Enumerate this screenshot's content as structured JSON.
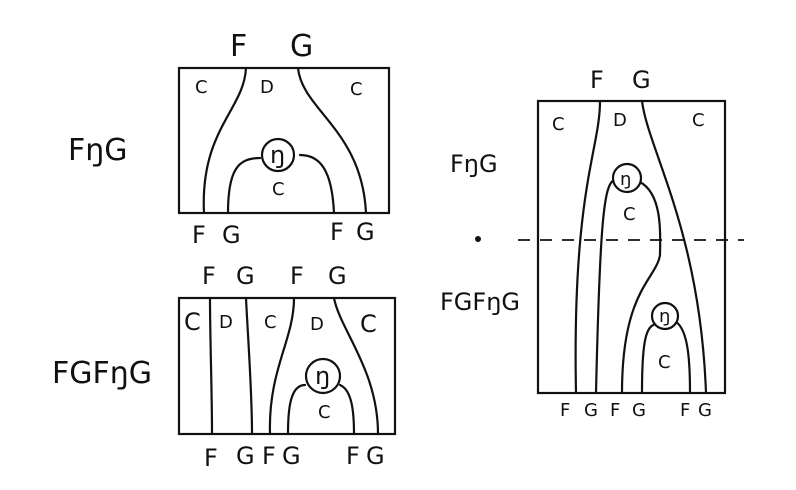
{
  "diagrams": {
    "top_left": {
      "side_label": "FŋG",
      "top": [
        "F",
        "G"
      ],
      "regions": [
        "C",
        "D",
        "C"
      ],
      "node": "ŋ",
      "inner_region": "C",
      "bottom": [
        "F",
        "G",
        "F",
        "G"
      ]
    },
    "bottom_left": {
      "side_label": "FGFŋG",
      "top": [
        "F",
        "G",
        "F",
        "G"
      ],
      "regions": [
        "C",
        "D",
        "C",
        "D",
        "C"
      ],
      "node": "ŋ",
      "inner_region": "C",
      "bottom": [
        "F",
        "G",
        "F",
        "G",
        "F",
        "G"
      ]
    },
    "right": {
      "side_label_upper": "FŋG",
      "side_label_lower": "FGFŋG",
      "top": [
        "F",
        "G"
      ],
      "regions": [
        "C",
        "D",
        "C"
      ],
      "node_upper": "ŋ",
      "inner_upper": "C",
      "node_lower": "ŋ",
      "inner_lower": "C",
      "bottom": [
        "F",
        "G",
        "F",
        "G",
        "F",
        "G"
      ]
    }
  }
}
